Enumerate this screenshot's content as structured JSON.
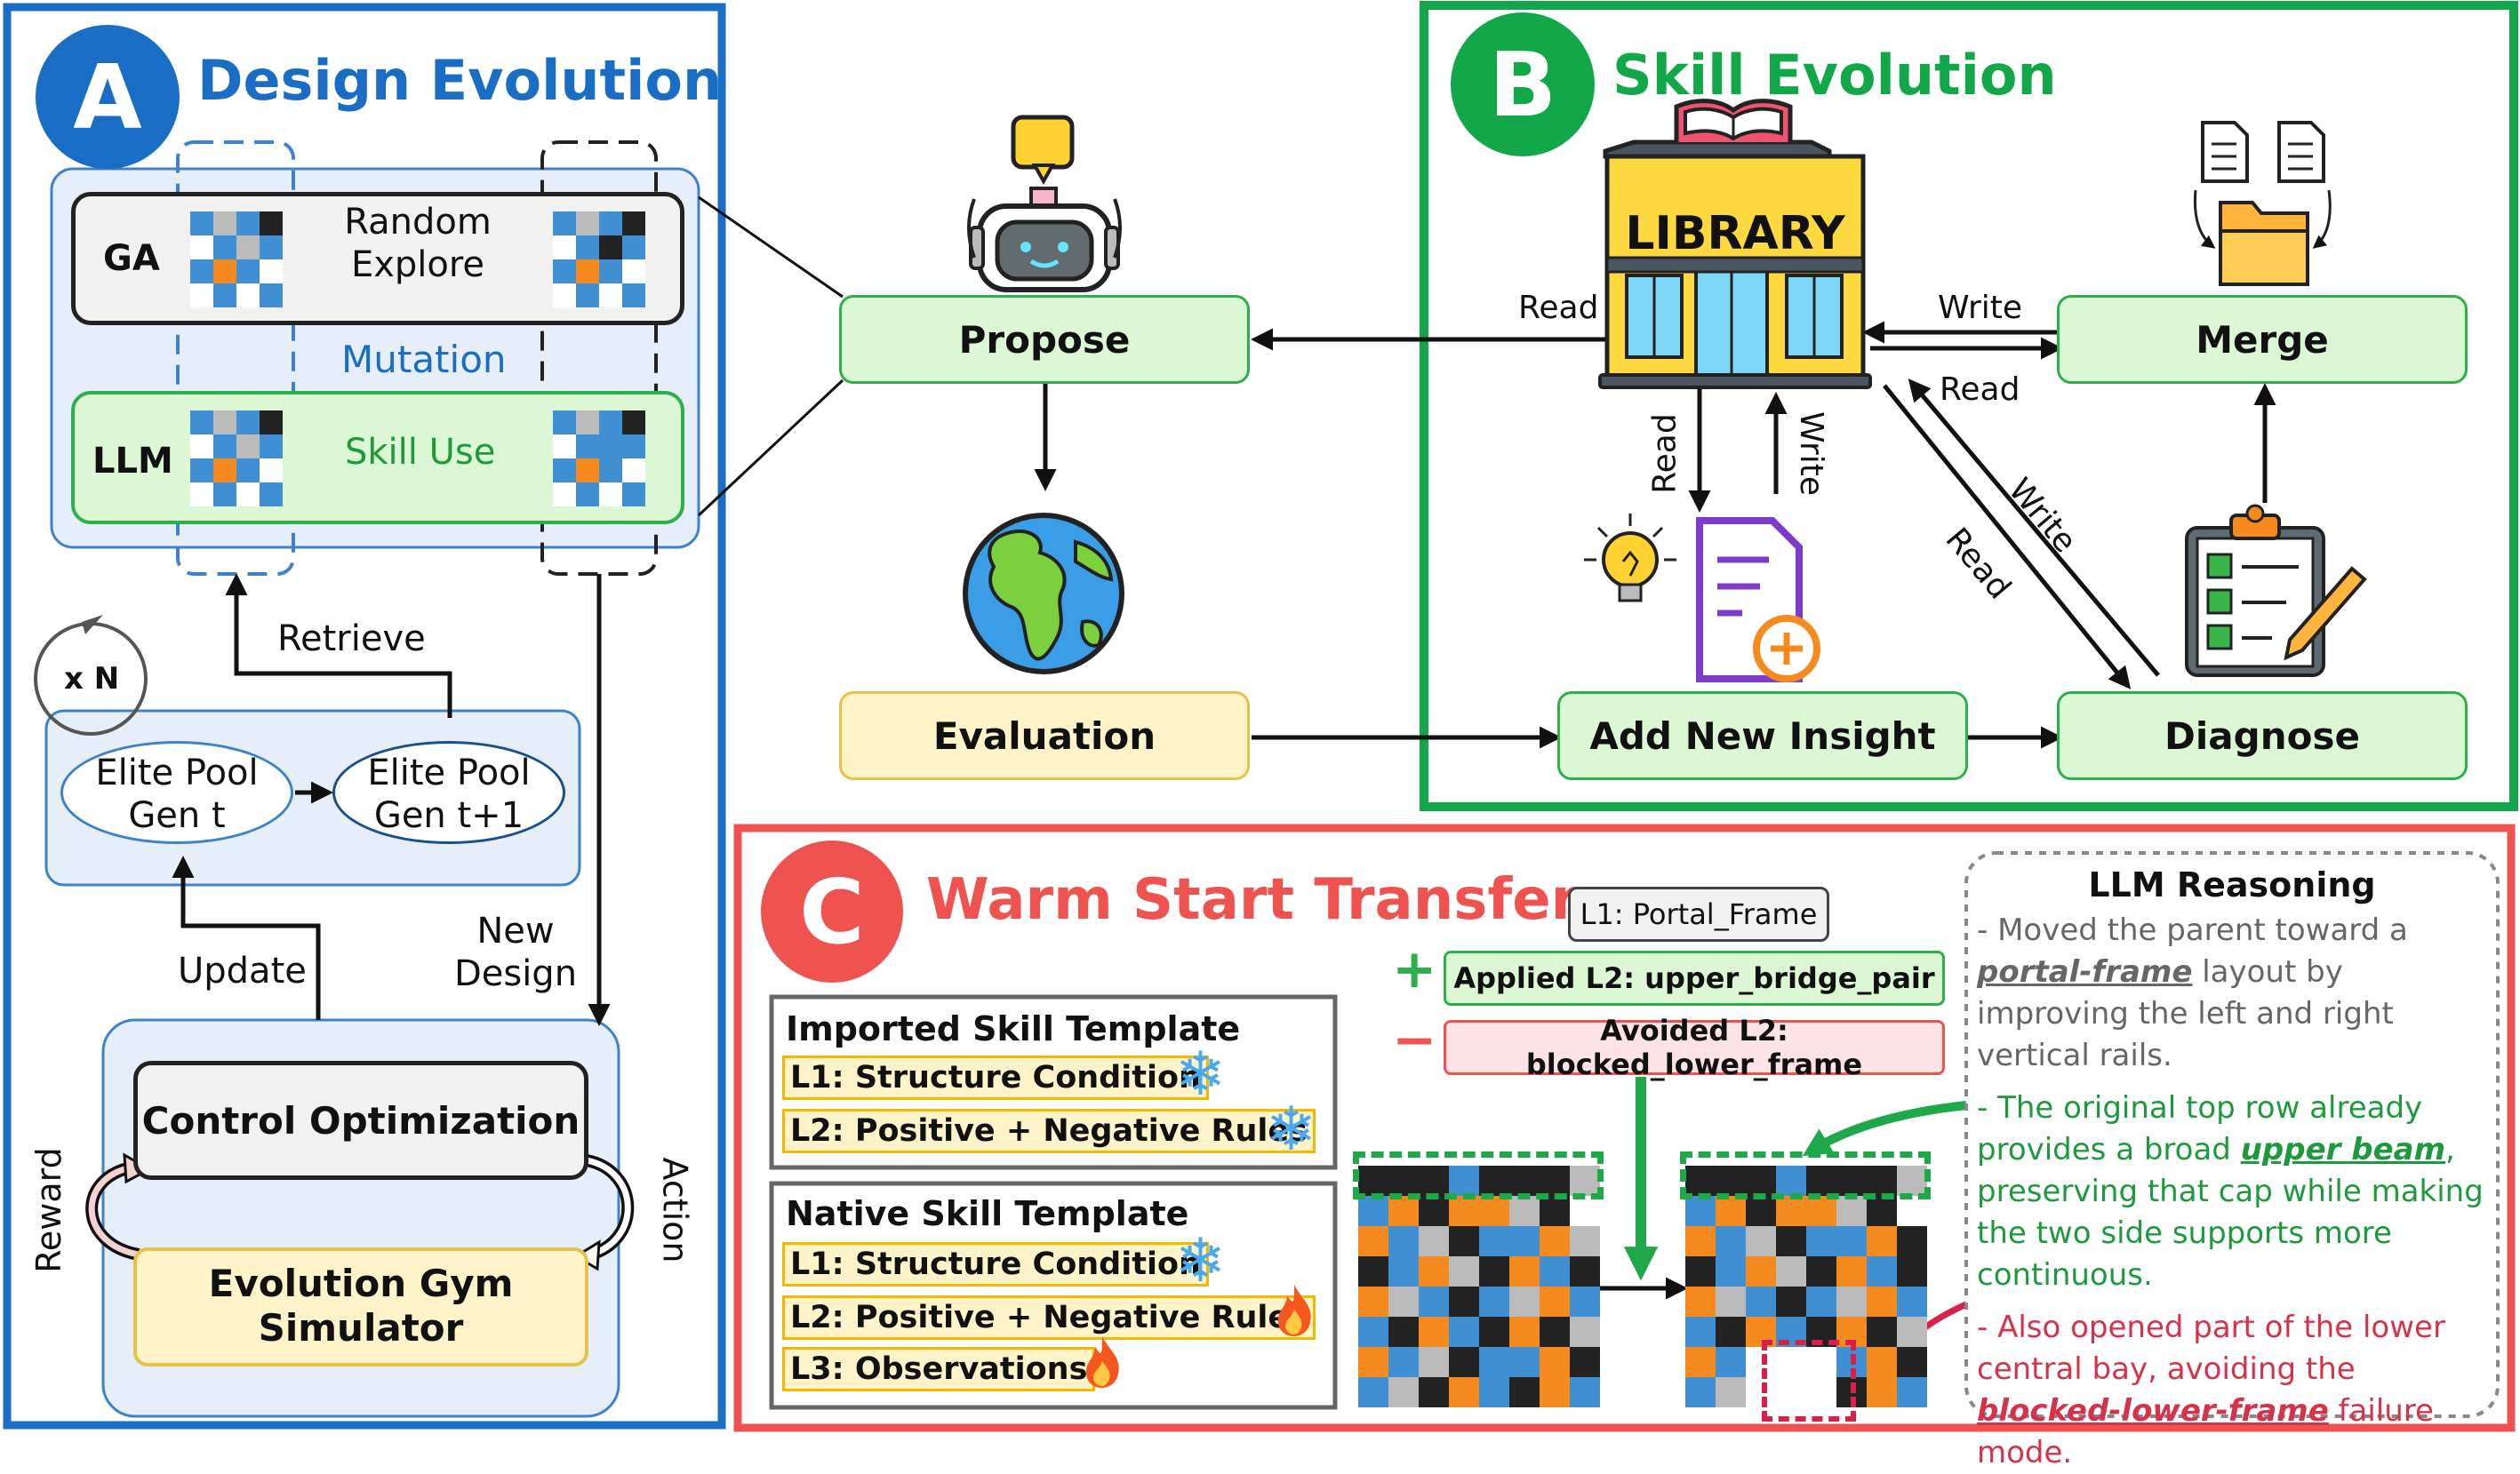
{
  "colors": {
    "blue": "#1a6dc4",
    "green": "#12a84a",
    "red": "#ef5350",
    "light_green": "#dcf7d4",
    "light_yellow": "#fff3c9",
    "light_blue": "#e6eef9",
    "light_pink": "#fde3e6"
  },
  "panel_a": {
    "letter": "A",
    "title": "Design Evolution",
    "ga_label": "GA",
    "random_explore_line1": "Random",
    "random_explore_line2": "Explore",
    "mutation": "Mutation",
    "llm_label": "LLM",
    "skill_use": "Skill Use",
    "retrieve": "Retrieve",
    "loop": "x N",
    "elite_t_line1": "Elite Pool",
    "elite_t_line2": "Gen t",
    "elite_t1_line1": "Elite Pool",
    "elite_t1_line2": "Gen t+1",
    "update": "Update",
    "new_design_line1": "New",
    "new_design_line2": "Design",
    "control_optimization": "Control Optimization",
    "gym_line1": "Evolution Gym",
    "gym_line2": "Simulator",
    "reward": "Reward",
    "action": "Action"
  },
  "middle": {
    "propose": "Propose",
    "evaluation": "Evaluation",
    "icons": [
      "robot-icon",
      "earth-globe-icon"
    ]
  },
  "panel_b": {
    "letter": "B",
    "title": "Skill Evolution",
    "library_sign": "LIBRARY",
    "merge": "Merge",
    "add_new_insight": "Add New Insight",
    "diagnose": "Diagnose",
    "read": "Read",
    "write": "Write",
    "icons": [
      "library-building-icon",
      "documents-folder-icon",
      "lightbulb-icon",
      "new-document-icon",
      "clipboard-checklist-icon"
    ]
  },
  "panel_c": {
    "letter": "C",
    "title": "Warm Start Transfer",
    "l1_tag": "L1: Portal_Frame",
    "applied_sign": "+",
    "applied": "Applied L2: upper_bridge_pair",
    "avoided_sign": "−",
    "avoided": "Avoided L2: blocked_lower_frame",
    "imported": {
      "title": "Imported Skill Template",
      "rows": [
        {
          "text": "L1: Structure Condition",
          "icon": "snowflake-icon"
        },
        {
          "text": "L2: Positive + Negative Rules",
          "icon": "snowflake-icon"
        }
      ]
    },
    "native": {
      "title": "Native Skill Template",
      "rows": [
        {
          "text": "L1: Structure Condition",
          "icon": "snowflake-icon"
        },
        {
          "text": "L2: Positive + Negative Rules",
          "icon": "fire-icon"
        },
        {
          "text": "L3: Observations",
          "icon": "fire-icon"
        }
      ]
    },
    "reasoning": {
      "title": "LLM Reasoning",
      "p1_pre": "- Moved the parent toward a",
      "p1_em": "portal-frame",
      "p1_post": " layout by improving the left and right vertical rails.",
      "p2_pre": "- The original top row already provides a broad ",
      "p2_em": "upper beam",
      "p2_post": ", preserving that cap while making the two side supports more continuous.",
      "p3_pre": "- Also opened part of the lower central bay, avoiding the ",
      "p3_em": "blocked-lower-frame",
      "p3_post": " failure mode."
    }
  }
}
